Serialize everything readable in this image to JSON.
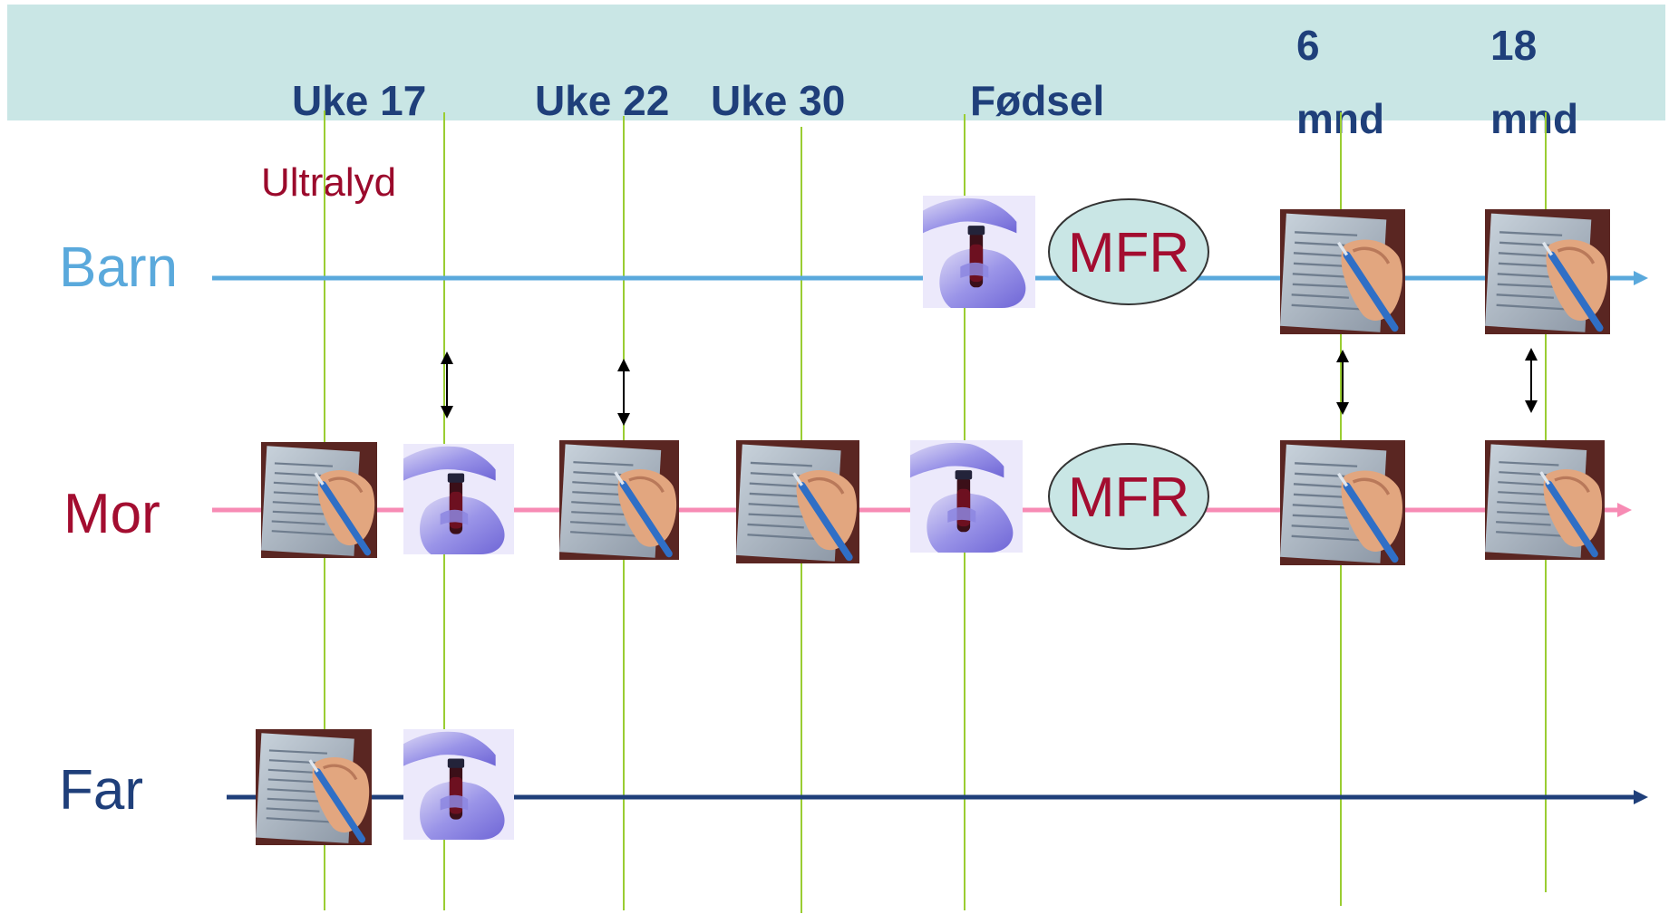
{
  "colors": {
    "header_band": "#c9e6e5",
    "guide_line": "#9acd32",
    "barn": "#5aa9dc",
    "mor": "#f78bb4",
    "far": "#1f3f7a",
    "mfr_fill": "#c9e6e5",
    "mfr_text": "#a30d30",
    "header_text": "#1f3f7a"
  },
  "timepoints": [
    {
      "id": "uke17",
      "lines": [
        "Uke 17"
      ]
    },
    {
      "id": "uke22",
      "lines": [
        "Uke 22"
      ]
    },
    {
      "id": "uke30",
      "lines": [
        "Uke 30"
      ]
    },
    {
      "id": "fodsel",
      "lines": [
        "Fødsel"
      ]
    },
    {
      "id": "6mnd",
      "lines": [
        "6",
        "mnd"
      ]
    },
    {
      "id": "18mnd",
      "lines": [
        "18",
        "mnd"
      ]
    }
  ],
  "annotation": {
    "ultralyd": "Ultralyd"
  },
  "rows": [
    {
      "id": "barn",
      "label": "Barn",
      "label_color": "#5aa9dc"
    },
    {
      "id": "mor",
      "label": "Mor",
      "label_color": "#a30d30"
    },
    {
      "id": "far",
      "label": "Far",
      "label_color": "#1f3f7a"
    }
  ],
  "events": [
    {
      "row": "barn",
      "type": "blood-sample-icon"
    },
    {
      "row": "barn",
      "type": "registry-badge",
      "text": "MFR"
    },
    {
      "row": "barn",
      "type": "questionnaire-icon"
    },
    {
      "row": "barn",
      "type": "questionnaire-icon"
    },
    {
      "row": "mor",
      "type": "questionnaire-icon"
    },
    {
      "row": "mor",
      "type": "blood-sample-icon"
    },
    {
      "row": "mor",
      "type": "questionnaire-icon"
    },
    {
      "row": "mor",
      "type": "questionnaire-icon"
    },
    {
      "row": "mor",
      "type": "blood-sample-icon"
    },
    {
      "row": "mor",
      "type": "registry-badge",
      "text": "MFR"
    },
    {
      "row": "mor",
      "type": "questionnaire-icon"
    },
    {
      "row": "mor",
      "type": "questionnaire-icon"
    },
    {
      "row": "far",
      "type": "questionnaire-icon"
    },
    {
      "row": "far",
      "type": "blood-sample-icon"
    }
  ],
  "link_markers": [
    "double-arrow-icon",
    "double-arrow-icon",
    "double-arrow-icon",
    "double-arrow-icon"
  ]
}
